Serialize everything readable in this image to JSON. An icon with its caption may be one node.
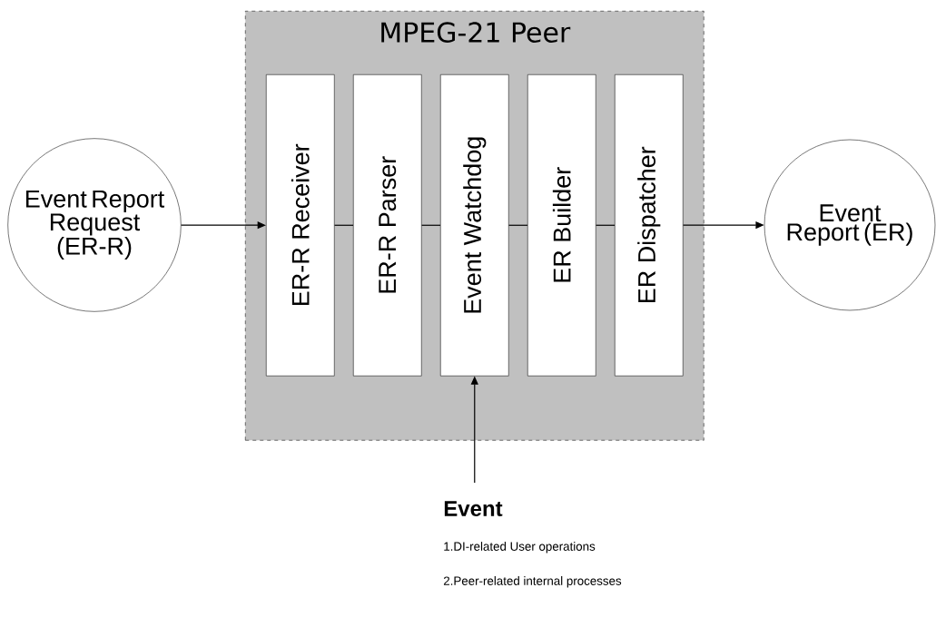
{
  "diagram": {
    "nodes": [
      {
        "text": [
          "MPEG-21 Peer"
        ]
      },
      {
        "text": [
          "ER-R Receiver"
        ],
        "in": 0
      },
      {
        "text": [
          "ER-R Parser"
        ],
        "in": 0
      },
      {
        "text": [
          "Event Watchdog"
        ],
        "in": 0
      },
      {
        "text": [
          "ER Builder"
        ],
        "in": 0
      },
      {
        "text": [
          "ER Dispatcher"
        ],
        "in": 0
      },
      {
        "text": [
          "Event Report Request (ER-R)"
        ]
      },
      {
        "text": [
          "Event Report (ER)"
        ]
      },
      {
        "text": [
          "Event",
          "1.DI-related User operations",
          "2.Peer-related internal processes"
        ]
      }
    ],
    "edges": [
      {
        "from": 6,
        "to": 1,
        "arrow": "to"
      },
      {
        "from": 1,
        "to": 2,
        "arrow": "none"
      },
      {
        "from": 2,
        "to": 3,
        "arrow": "none"
      },
      {
        "from": 3,
        "to": 4,
        "arrow": "none"
      },
      {
        "from": 4,
        "to": 5,
        "arrow": "none"
      },
      {
        "from": 5,
        "to": 7,
        "arrow": "to"
      },
      {
        "from": 8,
        "to": 3,
        "arrow": "to"
      }
    ]
  }
}
